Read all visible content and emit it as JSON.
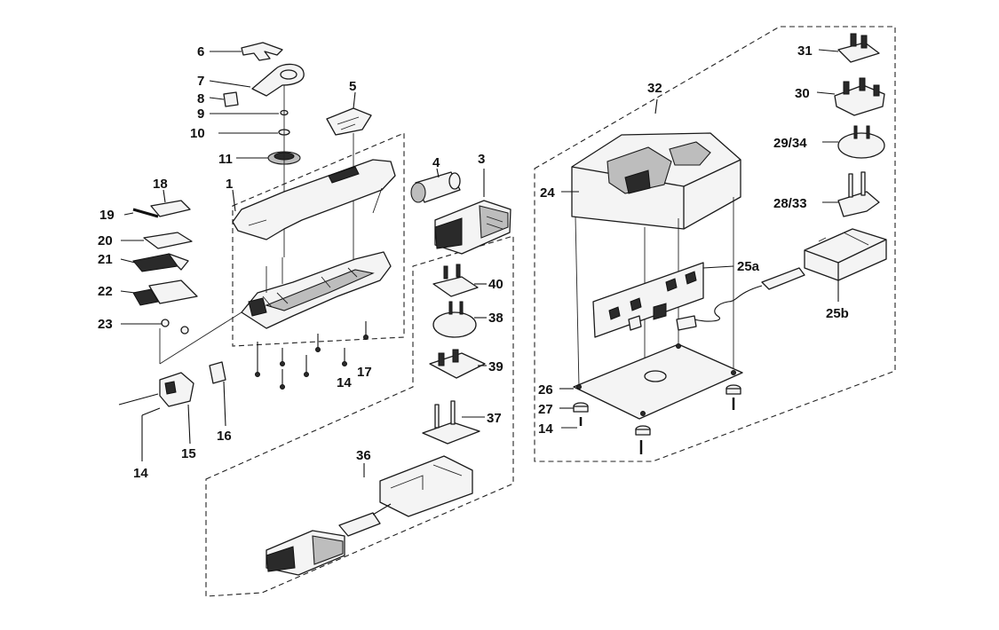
{
  "labels": {
    "l1": "1",
    "l3": "3",
    "l4": "4",
    "l5": "5",
    "l6": "6",
    "l7": "7",
    "l8": "8",
    "l9": "9",
    "l10": "10",
    "l11": "11",
    "l14a": "14",
    "l14b": "14",
    "l14c": "14",
    "l15": "15",
    "l16": "16",
    "l17": "17",
    "l18": "18",
    "l19": "19",
    "l20": "20",
    "l21": "21",
    "l22": "22",
    "l23": "23",
    "l24": "24",
    "l25a": "25a",
    "l25b": "25b",
    "l26": "26",
    "l27": "27",
    "l28": "28/33",
    "l29": "29/34",
    "l30": "30",
    "l31": "31",
    "l32": "32",
    "l36": "36",
    "l37": "37",
    "l38": "38",
    "l39": "39",
    "l40": "40"
  }
}
